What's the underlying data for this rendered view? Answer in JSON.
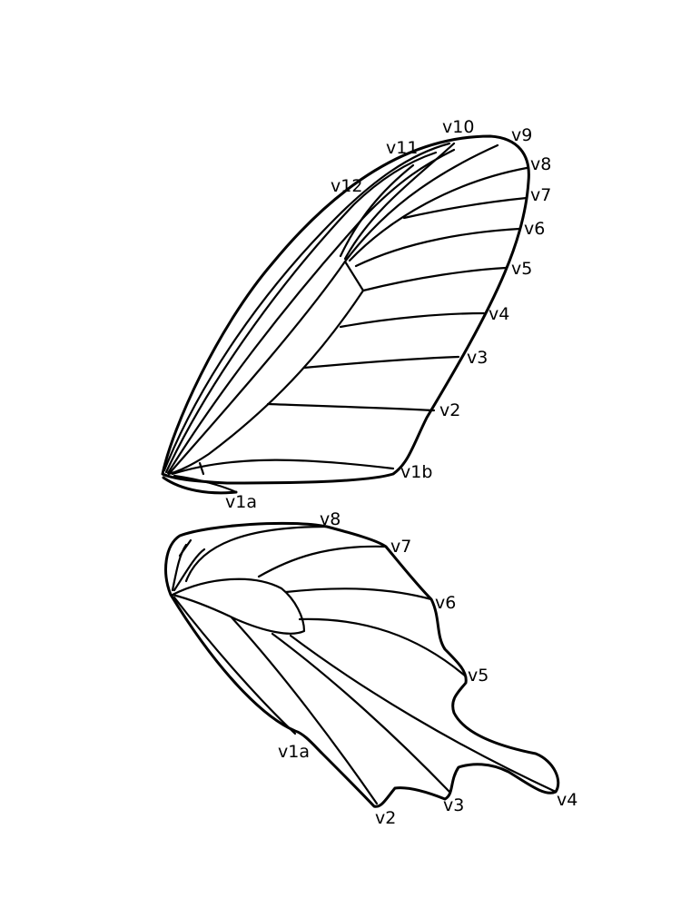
{
  "forewing": {
    "labels": {
      "v10": "v10",
      "v9": "v9",
      "v11": "v11",
      "v8": "v8",
      "v12": "v12",
      "v7": "v7",
      "v6": "v6",
      "v5": "v5",
      "v4": "v4",
      "v3": "v3",
      "v2": "v2",
      "v1b": "v1b",
      "v1a": "v1a"
    }
  },
  "hindwing": {
    "labels": {
      "v8": "v8",
      "v7": "v7",
      "v6": "v6",
      "v5": "v5",
      "v1a": "v1a",
      "v2": "v2",
      "v3": "v3",
      "v4": "v4"
    }
  }
}
